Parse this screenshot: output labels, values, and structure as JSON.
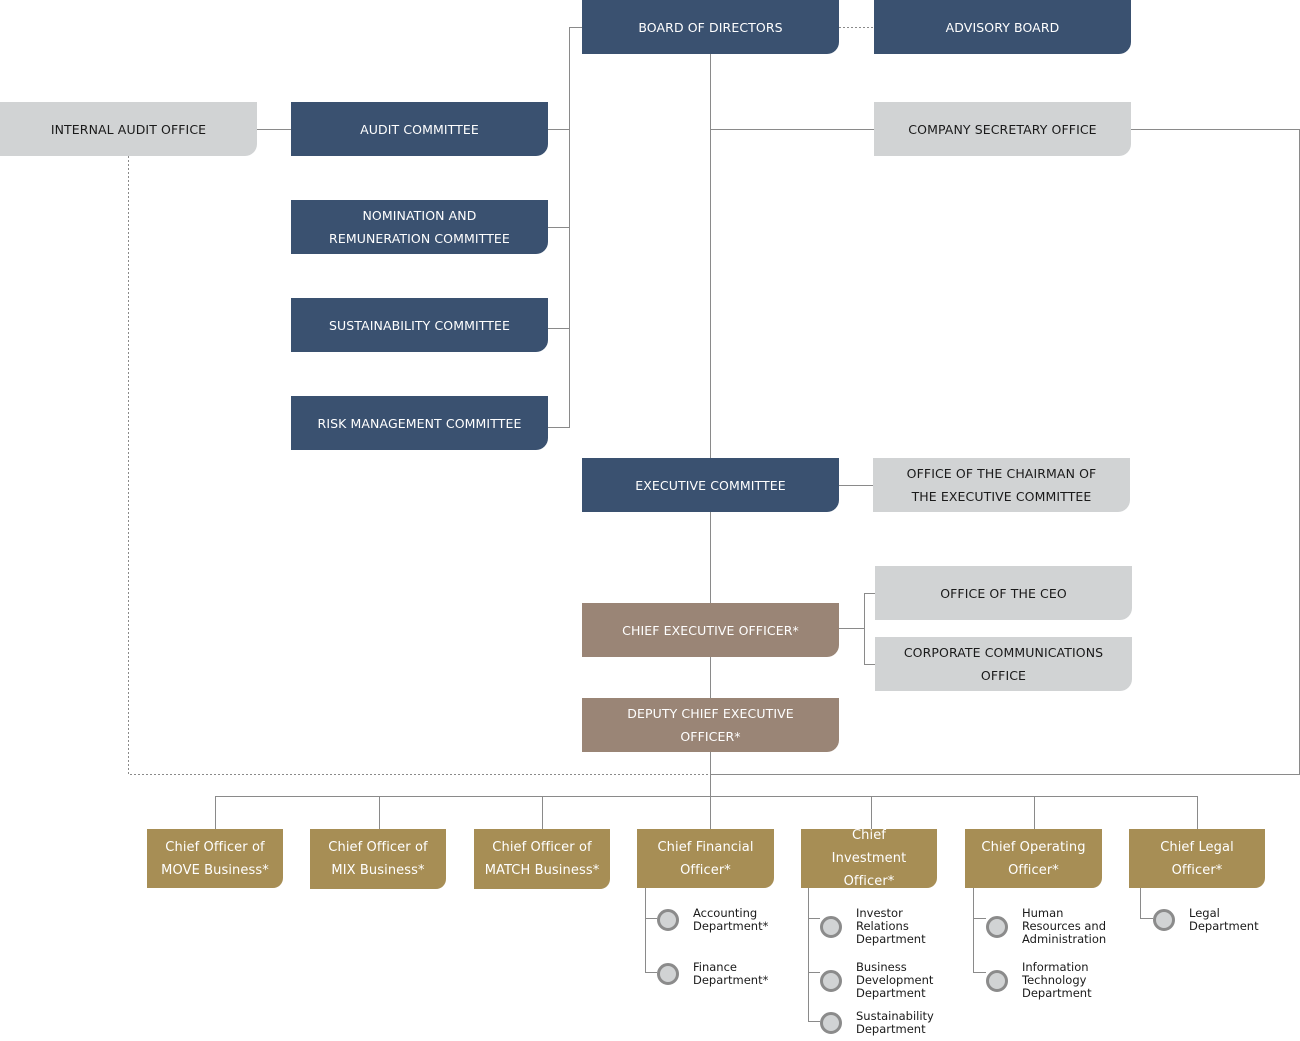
{
  "board": {
    "board_of_directors": "BOARD OF DIRECTORS",
    "advisory_board": "ADVISORY BOARD",
    "company_secretary_office": "COMPANY SECRETARY OFFICE",
    "internal_audit_office": "INTERNAL AUDIT OFFICE"
  },
  "committees": {
    "audit": "AUDIT COMMITTEE",
    "nomination": "NOMINATION AND REMUNERATION COMMITTEE",
    "sustainability": "SUSTAINABILITY COMMITTEE",
    "risk": "RISK MANAGEMENT COMMITTEE"
  },
  "executive": {
    "executive_committee": "EXECUTIVE COMMITTEE",
    "office_of_chairman": "OFFICE OF THE CHAIRMAN OF THE EXECUTIVE COMMITTEE",
    "ceo": "CHIEF EXECUTIVE OFFICER*",
    "office_of_ceo": "OFFICE OF THE CEO",
    "corporate_communications": "CORPORATE COMMUNICATIONS OFFICE",
    "deputy_ceo": "DEPUTY CHIEF EXECUTIVE OFFICER*"
  },
  "chiefs": [
    {
      "label": "Chief Officer of MOVE Business*"
    },
    {
      "label": "Chief Officer of MIX Business*"
    },
    {
      "label": "Chief Officer of MATCH Business*"
    },
    {
      "label": "Chief Financial Officer*"
    },
    {
      "label": "Chief Investment Officer*"
    },
    {
      "label": "Chief Operating Officer*"
    },
    {
      "label": "Chief Legal Officer*"
    }
  ],
  "departments": {
    "cfo": [
      "Accounting\nDepartment*",
      "Finance\nDepartment*"
    ],
    "cio": [
      "Investor\nRelations\nDepartment",
      "Business\nDevelopment\nDepartment",
      "Sustainability\nDepartment"
    ],
    "coo": [
      "Human\nResources and\nAdministration",
      "Information\nTechnology\nDepartment"
    ],
    "clo": [
      "Legal\nDepartment"
    ]
  }
}
